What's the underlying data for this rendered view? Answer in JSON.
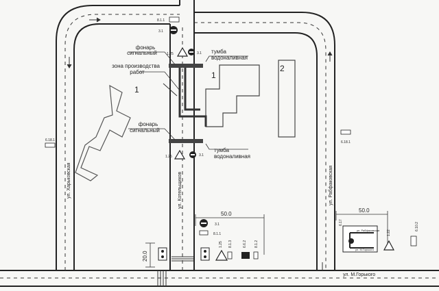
{
  "labels": {
    "lantern_top": "фонарь",
    "lantern_top_2": "сигнальный",
    "cabinet_top": "тумба",
    "cabinet_top_2": "водоналивная",
    "work_zone": "зона производства",
    "work_zone_2": "работ",
    "lantern_mid": "фонарь",
    "lantern_mid_2": "сигнальный",
    "cabinet_mid": "тумба",
    "cabinet_mid_2": "водоналивная",
    "building_1_left": "1",
    "building_1_right": "1",
    "building_2": "2"
  },
  "streets": {
    "kharkovskaya": "ул. Харьковская",
    "kotelshchikov": "ул. Котельщиков",
    "rabfakovskaya": "ул. Рабфаковская",
    "gorkogo": "ул. М.Горького"
  },
  "dimensions": {
    "d1": "50.0",
    "d2": "50.0",
    "d3": "20.0"
  },
  "signs": {
    "s_811_top": "8.1.1",
    "s_31_top": "3.1",
    "s_125_a": "1.25",
    "s_31_a": "3.1",
    "s_125_b": "1.25",
    "s_31_b": "3.1",
    "s_6181_left": "6.18.1",
    "s_6181_right": "6.18.1",
    "s_31_c": "3.1",
    "s_811_c": "8.1.1",
    "s_125_c": "1.25",
    "s_813": "8.1.3",
    "s_662": "6.6.2",
    "s_812": "8.1.2",
    "s_617": "6.17",
    "s_122": "1.22",
    "s_6102": "6.10.2"
  },
  "inset": {
    "street": "ул. Рабфаковская",
    "street_bottom": "ул. М.Горького"
  }
}
